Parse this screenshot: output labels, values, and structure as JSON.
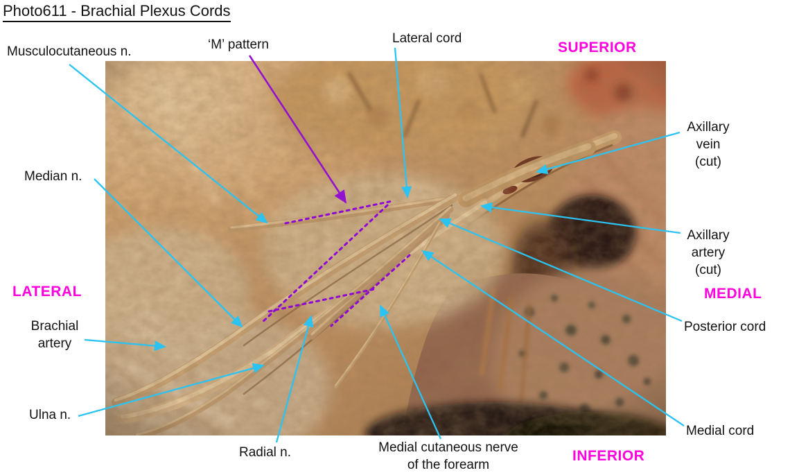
{
  "title": "Photo611 - Brachial Plexus Cords",
  "colors": {
    "text": "#111111",
    "background": "#ffffff",
    "arrow": "#2bc3f2",
    "m_pattern": "#9410cf",
    "m_dashes": "#8d06d4",
    "orientation": "#ff00dd"
  },
  "figure": {
    "labels": {
      "musculocutaneous_n": "Musculocutaneous n.",
      "m_pattern": "‘M’ pattern",
      "lateral_cord": "Lateral cord",
      "axillary_vein": "Axillary\nvein\n(cut)",
      "axillary_artery": "Axillary\nartery\n(cut)",
      "posterior_cord": "Posterior cord",
      "medial_cord": "Medial cord",
      "medial_cutaneous": "Medial cutaneous nerve\nof the forearm",
      "radial_n": "Radial n.",
      "ulna_n": "Ulna n.",
      "brachial_artery": "Brachial\nartery",
      "median_n": "Median n."
    },
    "orientation": {
      "superior": "SUPERIOR",
      "inferior": "INFERIOR",
      "medial": "MEDIAL",
      "lateral": "LATERAL"
    }
  }
}
